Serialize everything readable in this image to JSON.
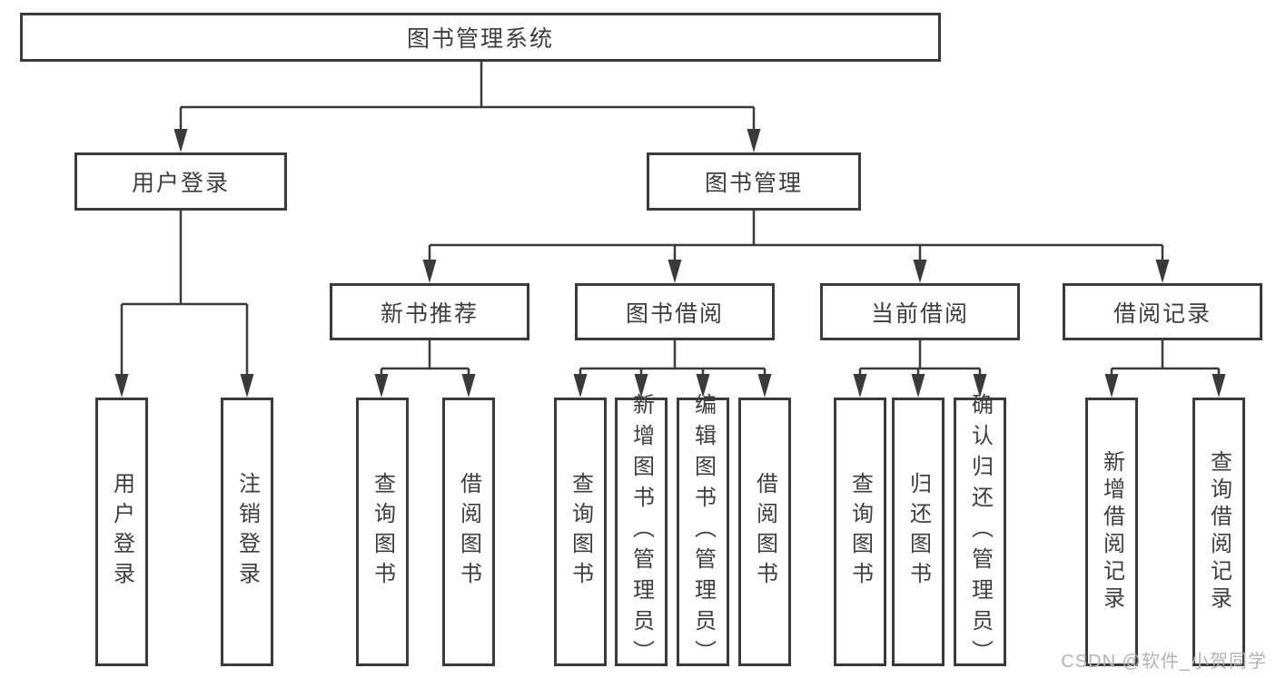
{
  "colors": {
    "line": "#3a3a3a",
    "border": "#3a3a3a",
    "text": "#3e3e3e",
    "background": "#ffffff",
    "watermark": "#b3b3b3"
  },
  "watermark": "CSDN @软件_小贺同学",
  "diagram": {
    "root": "图书管理系统",
    "user_login": {
      "label": "用户登录",
      "login": "用户登录",
      "logout": "注销登录"
    },
    "book_mgmt": {
      "label": "图书管理",
      "new_book_rec": {
        "label": "新书推荐",
        "query": "查询图书",
        "borrow": "借阅图书"
      },
      "book_borrow": {
        "label": "图书借阅",
        "query": "查询图书",
        "add": "新增图书（管理员）",
        "edit": "编辑图书（管理员）",
        "borrow": "借阅图书"
      },
      "current_borrow": {
        "label": "当前借阅",
        "query": "查询图书",
        "return": "归还图书",
        "confirm": "确认归还（管理员）"
      },
      "borrow_record": {
        "label": "借阅记录",
        "add": "新增借阅记录",
        "query": "查询借阅记录"
      }
    }
  }
}
